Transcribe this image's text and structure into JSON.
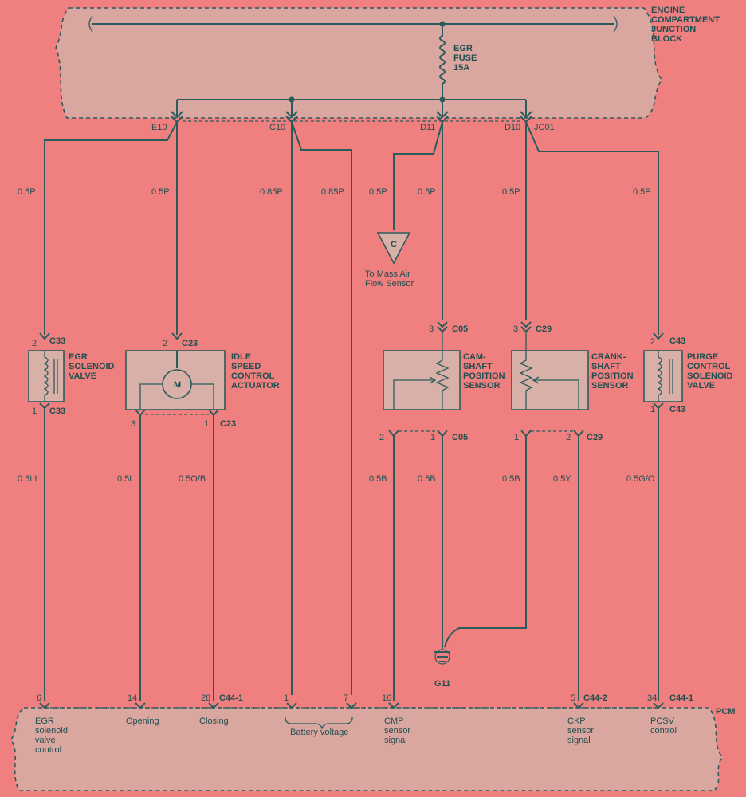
{
  "blocks": {
    "junction_title": [
      "ENGINE",
      "COMPARTMENT",
      "JUNCTION",
      "BLOCK"
    ],
    "pcm": "PCM"
  },
  "fuse": [
    "EGR",
    "FUSE",
    "15A"
  ],
  "junction_connectors": {
    "e10": "E10",
    "c10": "C10",
    "d11": "D11",
    "d10": "D10",
    "jc01": "JC01"
  },
  "wires": {
    "w1": "0.5P",
    "w2": "0.5P",
    "w3": "0.85P",
    "w4": "0.85P",
    "w5": "0.5P",
    "w6": "0.5P",
    "w7": "0.5P",
    "w8": "0.5P",
    "egr_out": "0.5LI",
    "isc_open": "0.5L",
    "isc_close": "0.5O/B",
    "cmp_sig": "0.5B",
    "cmp_gnd": "0.5B",
    "ckp_gnd": "0.5B",
    "ckp_sig": "0.5Y",
    "pcsv_out": "0.5G/O"
  },
  "mass_air": {
    "symbol": "C",
    "label": [
      "To Mass Air",
      "Flow Sensor"
    ]
  },
  "components": {
    "egr_valve": {
      "name": [
        "EGR",
        "SOLENOID",
        "VALVE"
      ],
      "pin_top": "2",
      "conn_top": "C33",
      "pin_bot": "1",
      "conn_bot": "C33"
    },
    "isc": {
      "name": [
        "IDLE",
        "SPEED",
        "CONTROL",
        "ACTUATOR"
      ],
      "motor": "M",
      "pin_top": "2",
      "conn_top": "C23",
      "pin_l": "3",
      "pin_r": "1",
      "conn_bot": "C23"
    },
    "cmp": {
      "name": [
        "CAM-",
        "SHAFT",
        "POSITION",
        "SENSOR"
      ],
      "pin_top": "3",
      "conn_top": "C05",
      "pin_l": "2",
      "pin_r": "1",
      "conn_bot": "C05"
    },
    "ckp": {
      "name": [
        "CRANK-",
        "SHAFT",
        "POSITION",
        "SENSOR"
      ],
      "pin_top": "3",
      "conn_top": "C29",
      "pin_l": "1",
      "pin_r": "2",
      "conn_bot": "C29"
    },
    "pcsv": {
      "name": [
        "PURGE",
        "CONTROL",
        "SOLENOID",
        "VALVE"
      ],
      "pin_top": "2",
      "conn_top": "C43",
      "pin_bot": "1",
      "conn_bot": "C43"
    }
  },
  "ground": "G11",
  "pcm_pins": {
    "p6": "6",
    "p14": "14",
    "p28": "28",
    "c441_a": "C44-1",
    "p1": "1",
    "p7": "7",
    "p16": "16",
    "p5": "5",
    "c442": "C44-2",
    "p34": "34",
    "c441_b": "C44-1"
  },
  "pcm_labels": {
    "egr": [
      "EGR",
      "solenoid",
      "valve",
      "control"
    ],
    "opening": "Opening",
    "closing": "Closing",
    "battery": "Battery voltage",
    "cmp": [
      "CMP",
      "sensor",
      "signal"
    ],
    "ckp": [
      "CKP",
      "sensor",
      "signal"
    ],
    "pcsv": [
      "PCSV",
      "control"
    ]
  }
}
